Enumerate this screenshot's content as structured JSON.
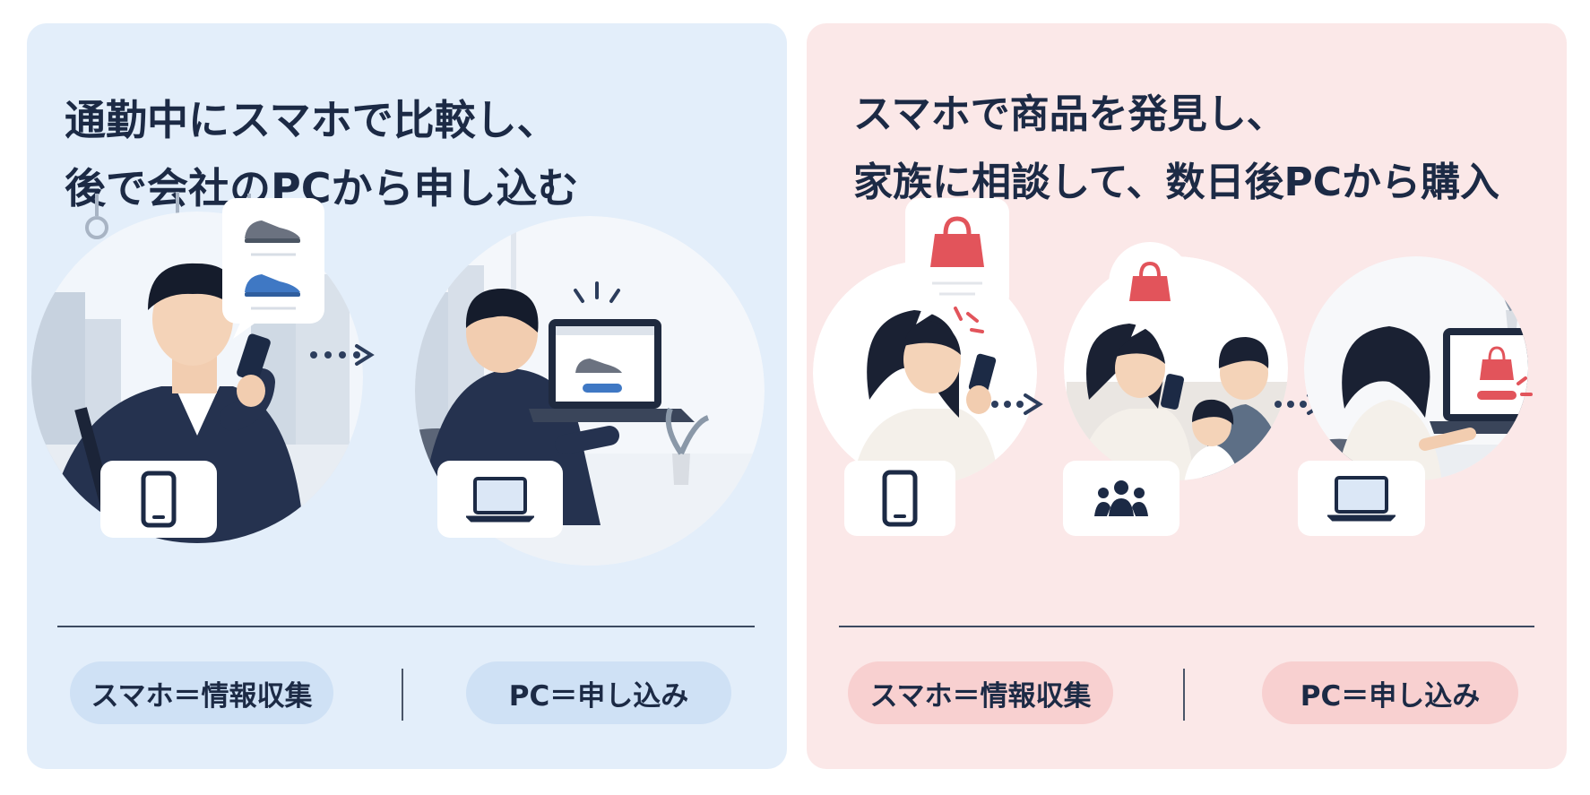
{
  "left_panel": {
    "title_line1": "通勤中にスマホで比較し、",
    "title_line2": "後で会社のPCから申し込む",
    "label_phone": "スマホ＝情報収集",
    "label_pc": "PC＝申し込み",
    "background": "#e3eefa",
    "pill_color": "#cfe1f5"
  },
  "right_panel": {
    "title_line1": "スマホで商品を発見し、",
    "title_line2": "家族に相談して、数日後PCから購入",
    "label_phone": "スマホ＝情報収集",
    "label_pc": "PC＝申し込み",
    "background": "#fbe8e8",
    "pill_color": "#f8d0d0"
  },
  "colors": {
    "navy": "#1c2a45",
    "accent_blue": "#3f78c4",
    "accent_red": "#e2545b"
  },
  "icons": [
    "smartphone-icon",
    "laptop-icon",
    "family-group-icon",
    "shoe-icon",
    "handbag-icon"
  ]
}
